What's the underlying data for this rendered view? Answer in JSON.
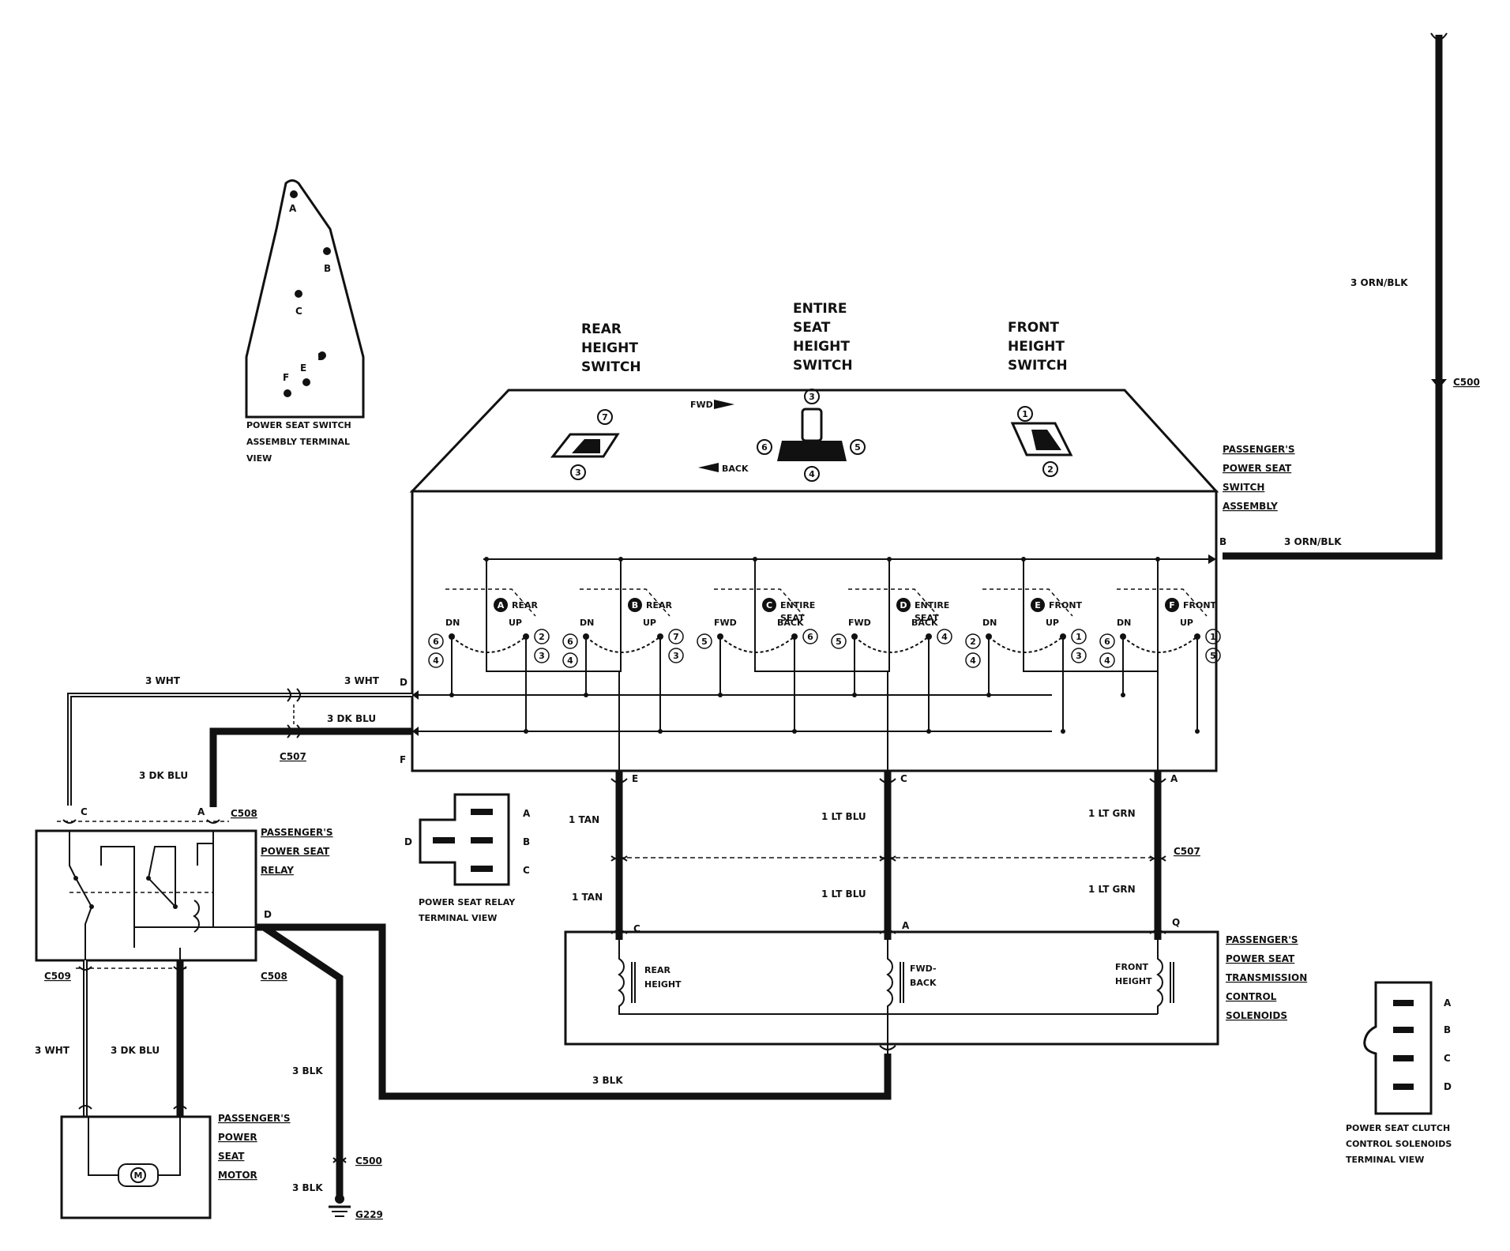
{
  "title_labels": {
    "rear_height_switch": [
      "REAR",
      "HEIGHT",
      "SWITCH"
    ],
    "entire_seat_height_switch": [
      "ENTIRE",
      "SEAT",
      "HEIGHT",
      "SWITCH"
    ],
    "front_height_switch": [
      "FRONT",
      "HEIGHT",
      "SWITCH"
    ]
  },
  "components": {
    "switch_assembly": [
      "PASSENGER'S",
      "POWER SEAT",
      "SWITCH",
      "ASSEMBLY"
    ],
    "relay": [
      "PASSENGER'S",
      "POWER SEAT",
      "RELAY"
    ],
    "motor": [
      "PASSENGER'S",
      "POWER",
      "SEAT",
      "MOTOR"
    ],
    "solenoids": [
      "PASSENGER'S",
      "POWER SEAT",
      "TRANSMISSION",
      "CONTROL",
      "SOLENOIDS"
    ]
  },
  "terminal_views": {
    "switch_assembly": {
      "caption": [
        "POWER SEAT SWITCH",
        "ASSEMBLY TERMINAL",
        "VIEW"
      ],
      "pins": [
        "A",
        "B",
        "C",
        "D",
        "E",
        "F"
      ]
    },
    "relay": {
      "caption": [
        "POWER SEAT RELAY",
        "TERMINAL VIEW"
      ],
      "pins": [
        "A",
        "B",
        "C",
        "D"
      ]
    },
    "clutch": {
      "caption": [
        "POWER SEAT CLUTCH",
        "CONTROL SOLENOIDS",
        "TERMINAL VIEW"
      ],
      "pins": [
        "A",
        "B",
        "C",
        "D"
      ]
    }
  },
  "switch_panel": {
    "fwd": "FWD",
    "back": "BACK",
    "rear_knob_numbers": [
      "7",
      "3"
    ],
    "entire_knob_numbers": [
      "3",
      "6",
      "5",
      "4"
    ],
    "front_knob_numbers": [
      "1",
      "2"
    ]
  },
  "contacts": [
    {
      "letter": "A",
      "label": [
        "REAR"
      ],
      "left": "DN",
      "right": "UP",
      "left_nums": [
        "6",
        "4"
      ],
      "right_nums": [
        "2",
        "3"
      ]
    },
    {
      "letter": "B",
      "label": [
        "REAR"
      ],
      "left": "DN",
      "right": "UP",
      "left_nums": [
        "6",
        "4"
      ],
      "right_nums": [
        "7",
        "3"
      ]
    },
    {
      "letter": "C",
      "label": [
        "ENTIRE",
        "SEAT"
      ],
      "left": "FWD",
      "right": "BACK",
      "left_nums": [
        "5"
      ],
      "right_nums": [
        "6"
      ]
    },
    {
      "letter": "D",
      "label": [
        "ENTIRE",
        "SEAT"
      ],
      "left": "FWD",
      "right": "BACK",
      "left_nums": [
        "5"
      ],
      "right_nums": [
        "4"
      ]
    },
    {
      "letter": "E",
      "label": [
        "FRONT"
      ],
      "left": "DN",
      "right": "UP",
      "left_nums": [
        "2",
        "4"
      ],
      "right_nums": [
        "1",
        "3"
      ]
    },
    {
      "letter": "F",
      "label": [
        "FRONT"
      ],
      "left": "DN",
      "right": "UP",
      "left_nums": [
        "6",
        "4"
      ],
      "right_nums": [
        "1",
        "5"
      ]
    }
  ],
  "solenoid_labels": {
    "rear": [
      "REAR",
      "HEIGHT"
    ],
    "fwd": [
      "FWD-",
      "BACK"
    ],
    "front": [
      "FRONT",
      "HEIGHT"
    ]
  },
  "wires": {
    "orn_blk": "3 ORN/BLK",
    "wht": "3 WHT",
    "dk_blu": "3 DK BLU",
    "tan": "1 TAN",
    "lt_blu": "1 LT BLU",
    "lt_grn": "1 LT GRN",
    "blk": "3 BLK"
  },
  "connectors": {
    "c500": "C500",
    "c507": "C507",
    "c508": "C508",
    "c509": "C509",
    "g229": "G229"
  },
  "pins": {
    "B": "B",
    "D": "D",
    "F": "F",
    "E": "E",
    "C": "C",
    "A": "A",
    "Q": "Q"
  },
  "motor_symbol": "M"
}
